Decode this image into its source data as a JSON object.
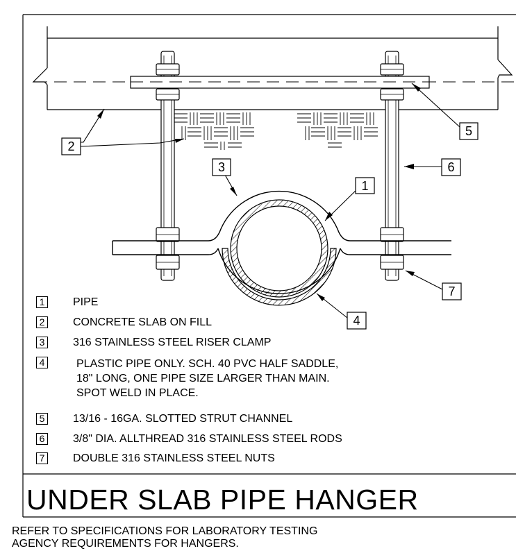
{
  "drawing": {
    "callouts": {
      "c1": "1",
      "c2": "2",
      "c3": "3",
      "c4": "4",
      "c5": "5",
      "c6": "6",
      "c7": "7"
    }
  },
  "legend": [
    {
      "num": "1",
      "text": "PIPE"
    },
    {
      "num": "2",
      "text": "CONCRETE SLAB ON FILL"
    },
    {
      "num": "3",
      "text": "316 STAINLESS STEEL RISER CLAMP"
    },
    {
      "num": "4",
      "lines": [
        "PLASTIC PIPE ONLY. SCH. 40 PVC HALF SADDLE,",
        "18\" LONG, ONE PIPE SIZE LARGER THAN MAIN.",
        "SPOT WELD IN PLACE."
      ]
    },
    {
      "num": "5",
      "text": "13/16 - 16GA. SLOTTED STRUT CHANNEL"
    },
    {
      "num": "6",
      "text": "3/8\" DIA. ALLTHREAD 316 STAINLESS STEEL RODS"
    },
    {
      "num": "7",
      "text": "DOUBLE 316 STAINLESS STEEL NUTS"
    }
  ],
  "title": "UNDER SLAB PIPE HANGER",
  "note": [
    "REFER TO SPECIFICATIONS FOR LABORATORY TESTING",
    "AGENCY REQUIREMENTS FOR HANGERS."
  ]
}
